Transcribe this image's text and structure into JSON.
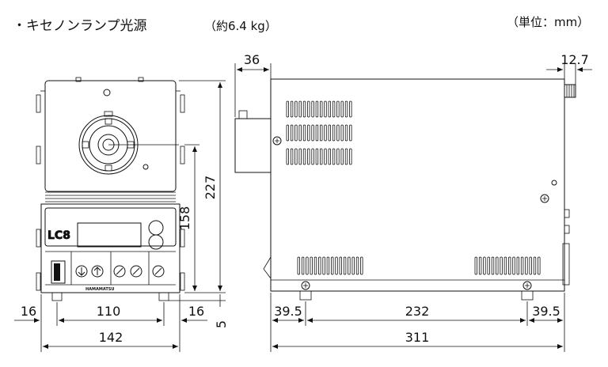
{
  "header": {
    "title": "・キセノンランプ光源",
    "weight": "（約6.4 kg）",
    "unit": "（単位：mm）"
  },
  "front_view": {
    "panel_logo": "LC8",
    "brand": "HAMAMATSU",
    "dims": {
      "total_width": "142",
      "inner_width": "110",
      "left_offset": "16",
      "right_offset": "16",
      "height": "227",
      "panel_height": "158",
      "foot": "5"
    }
  },
  "side_view": {
    "dims": {
      "protrusion": "36",
      "knob": "12.7",
      "foot_left": "39.5",
      "foot_spacing": "232",
      "foot_right": "39.5",
      "length": "311"
    }
  }
}
